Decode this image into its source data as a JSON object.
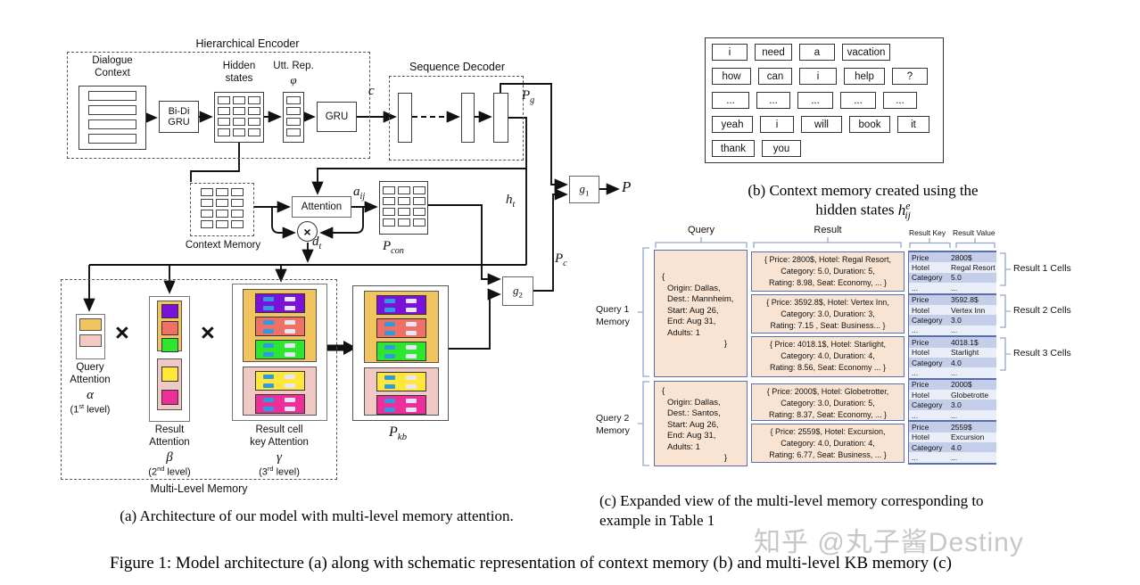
{
  "colors": {
    "peach_cell": "#f9e4d3",
    "table_border": "#5b6daa",
    "row_dark": "#c5cee8",
    "row_light": "#eaeef8",
    "orange_block": "#f2c45f",
    "pink_block": "#f0c8c4",
    "purple": "#7b12d9",
    "salmon": "#ef7165",
    "green": "#2de62d",
    "yellow": "#ffe73a",
    "magenta": "#ee2f9a",
    "cell_blue": "#2f9ae0",
    "cell_lavender": "#e6e6f6",
    "watermark_gray": "#c7c7c7"
  },
  "panel_a": {
    "caption": "(a) Architecture of our model with multi-level memory attention.",
    "encoder_title": "Hierarchical Encoder",
    "decoder_title": "Sequence Decoder",
    "dialogue_context_label": [
      "Dialogue",
      "Context"
    ],
    "bidi_gru_label": [
      "Bi-Di",
      "GRU"
    ],
    "hidden_states_label": [
      "Hidden",
      "states"
    ],
    "utt_rep_label": "Utt. Rep.",
    "phi": "φ",
    "gru_label": "GRU",
    "c": "c",
    "context_memory_label": "Context Memory",
    "attention_label": "Attention",
    "a_ij": {
      "base": "a",
      "sub": "ij"
    },
    "d_t": {
      "base": "d",
      "sub": "t"
    },
    "h_t": {
      "base": "h",
      "sub": "t"
    },
    "p_g": {
      "base": "P",
      "sub": "g"
    },
    "p_c": {
      "base": "P",
      "sub": "c"
    },
    "p_con": {
      "base": "P",
      "sub": "con"
    },
    "p_kb": {
      "base": "P",
      "sub": "kb"
    },
    "g_1": {
      "base": "g",
      "sub": "1"
    },
    "g_2": {
      "base": "g",
      "sub": "2"
    },
    "p_out": "P",
    "times": "×",
    "otimes": "×",
    "multi_level_label": "Multi-Level Memory",
    "query_attention": {
      "line1": "Query",
      "line2": "Attention",
      "symbol": "α",
      "level_pre": "(1",
      "level_sup": "st",
      "level_post": " level)"
    },
    "result_attention": {
      "line1": "Result",
      "line2": "Attention",
      "symbol": "β",
      "level_pre": "(2",
      "level_sup": "nd",
      "level_post": " level)"
    },
    "key_attention": {
      "line1": "Result cell",
      "line2": "key Attention",
      "symbol": "γ",
      "level_pre": "(3",
      "level_sup": "rd",
      "level_post": " level)"
    }
  },
  "panel_b": {
    "rows": [
      [
        "i",
        "need",
        "a",
        "vacation"
      ],
      [
        "how",
        "can",
        "i",
        "help",
        "?"
      ],
      [
        "...",
        "...",
        "...",
        "...",
        "..."
      ],
      [
        "yeah",
        "i",
        "will",
        "book",
        "it"
      ],
      [
        "thank",
        "you"
      ]
    ],
    "caption_line1": "(b) Context memory created using the",
    "caption_line2_prefix": "hidden states",
    "h_e_ij": {
      "base": "h",
      "sup": "e",
      "sub": "ij"
    }
  },
  "panel_c": {
    "headers": {
      "query": "Query",
      "result": "Result",
      "result_key": "Result Key",
      "result_value": "Result Value"
    },
    "memory_blocks": [
      {
        "label": [
          "Query 1",
          "Memory"
        ],
        "query_lines": [
          "{",
          "Origin: Dallas,",
          "Dest.: Mannheim,",
          "Start: Aug 26,",
          "End: Aug 31,",
          "Adults: 1",
          "}"
        ],
        "results": [
          {
            "lines": [
              "{ Price: 2800$, Hotel: Regal Resort,",
              "Category: 5.0, Duration: 5,",
              "Rating: 8.98, Seat: Economy, ... }"
            ]
          },
          {
            "lines": [
              "{ Price: 3592.8$, Hotel: Vertex Inn,",
              "Category: 3.0, Duration: 3,",
              "Rating: 7.15 , Seat: Business... }"
            ]
          },
          {
            "lines": [
              "{ Price: 4018.1$, Hotel: Starlight,",
              "Category: 4.0, Duration: 4,",
              "Rating: 8.56, Seat: Economy ... }"
            ]
          }
        ]
      },
      {
        "label": [
          "Query 2",
          "Memory"
        ],
        "query_lines": [
          "{",
          "Origin: Dallas,",
          "Dest.: Santos,",
          "Start: Aug 26,",
          "End: Aug 31,",
          "Adults: 1",
          "}"
        ],
        "results": [
          {
            "lines": [
              "{ Price: 2000$, Hotel: Globetrotter,",
              "Category: 3.0, Duration: 5,",
              "Rating: 8.37, Seat: Economy, ... }"
            ]
          },
          {
            "lines": [
              "{ Price: 2559$, Hotel: Excursion,",
              "Category: 4.0, Duration: 4,",
              "Rating: 6.77, Seat: Business, ... }"
            ]
          }
        ]
      }
    ],
    "kv_groups": [
      {
        "rows": [
          [
            "Price",
            "2800$"
          ],
          [
            "Hotel",
            "Regal Resort"
          ],
          [
            "Category",
            "5.0"
          ],
          [
            "...",
            "..."
          ]
        ],
        "cells_label": "Result 1 Cells"
      },
      {
        "rows": [
          [
            "Price",
            "3592.8$"
          ],
          [
            "Hotel",
            "Vertex Inn"
          ],
          [
            "Category",
            "3.0"
          ],
          [
            "...",
            "..."
          ]
        ],
        "cells_label": "Result 2 Cells"
      },
      {
        "rows": [
          [
            "Price",
            "4018.1$"
          ],
          [
            "Hotel",
            "Starlight"
          ],
          [
            "Category",
            "4.0"
          ],
          [
            "...",
            "..."
          ]
        ],
        "cells_label": "Result 3 Cells"
      },
      {
        "rows": [
          [
            "Price",
            "2000$"
          ],
          [
            "Hotel",
            "Globetrotte"
          ],
          [
            "Category",
            "3.0"
          ],
          [
            "...",
            "..."
          ]
        ],
        "cells_label": null
      },
      {
        "rows": [
          [
            "Price",
            "2559$"
          ],
          [
            "Hotel",
            "Excursion"
          ],
          [
            "Category",
            "4.0"
          ],
          [
            "...",
            "..."
          ]
        ],
        "cells_label": null
      }
    ],
    "caption_line1": "(c) Expanded view of the multi-level memory corresponding to",
    "caption_line2": "example in Table 1"
  },
  "figure_caption": "Figure 1: Model architecture (a) along with schematic representation of context memory (b) and multi-level KB memory (c)",
  "watermark": "知乎 @丸子酱Destiny"
}
